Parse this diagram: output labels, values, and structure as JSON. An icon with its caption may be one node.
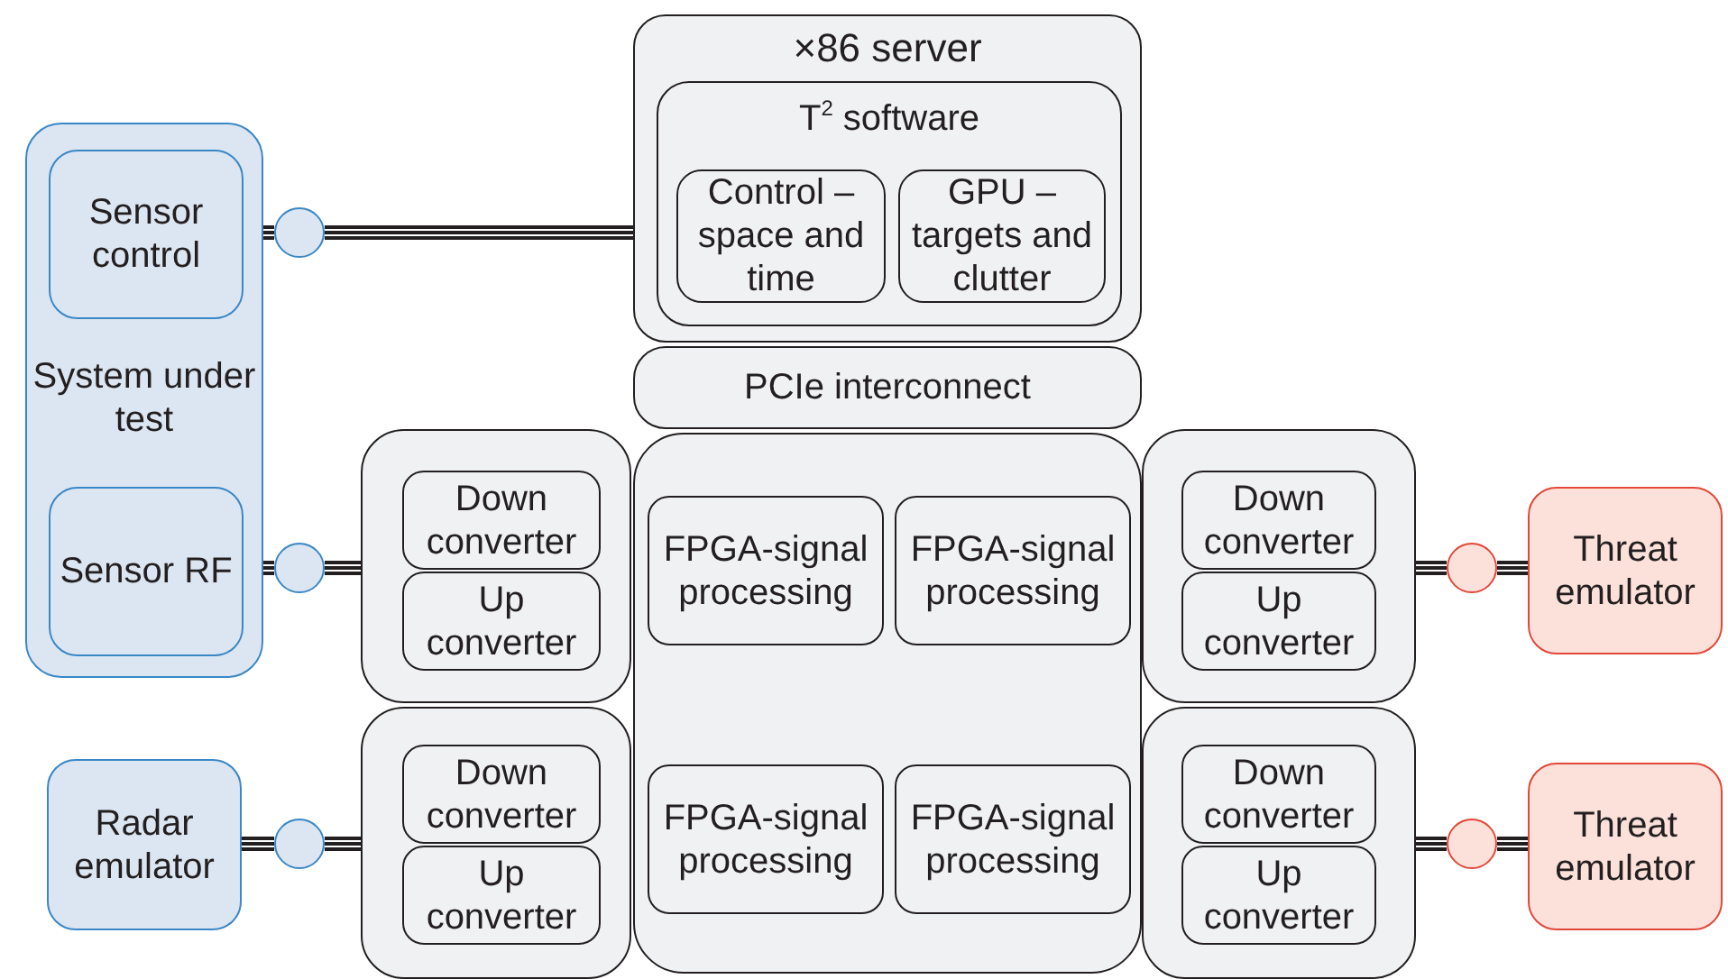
{
  "diagram": {
    "nodes": [
      {
        "text": [
          "×86 server"
        ]
      },
      {
        "text": [
          "T$^{2}$ software"
        ],
        "in": 0
      },
      {
        "text": [
          "Control – space and time"
        ],
        "in": 1
      },
      {
        "text": [
          "GPU – targets and clutter"
        ],
        "in": 1
      },
      {
        "text": [
          "System under test"
        ]
      },
      {
        "text": [
          "Sensor control"
        ],
        "in": 4
      },
      {
        "text": [],
        "shape": "circle"
      },
      {
        "text": [
          "PCIe interconnect"
        ]
      },
      {
        "text": [
          "Sensor RF"
        ],
        "in": 4
      },
      {
        "text": [],
        "shape": "circle"
      },
      {
        "text": [],
        "shape": "box"
      },
      {
        "text": [
          "Down converter"
        ],
        "in": 10
      },
      {
        "text": [
          "Up converter"
        ],
        "in": 10
      },
      {
        "text": [],
        "shape": "box"
      },
      {
        "text": [
          "FPGA-signal processing"
        ],
        "in": 13
      },
      {
        "text": [
          "FPGA-signal processing"
        ],
        "in": 13
      },
      {
        "text": [],
        "shape": "box"
      },
      {
        "text": [
          "Down converter"
        ],
        "in": 16
      },
      {
        "text": [
          "Up converter"
        ],
        "in": 16
      },
      {
        "text": [],
        "shape": "circle"
      },
      {
        "text": [
          "Threat emulator"
        ]
      },
      {
        "text": [
          "Radar emulator"
        ]
      },
      {
        "text": [],
        "shape": "circle"
      },
      {
        "text": [],
        "shape": "box"
      },
      {
        "text": [
          "Down converter"
        ],
        "in": 23
      },
      {
        "text": [
          "Up converter"
        ],
        "in": 23
      },
      {
        "text": [
          "FPGA-signal processing"
        ],
        "in": 13
      },
      {
        "text": [
          "FPGA-signal processing"
        ],
        "in": 13
      },
      {
        "text": [],
        "shape": "box"
      },
      {
        "text": [
          "Down converter"
        ],
        "in": 28
      },
      {
        "text": [
          "Up converter"
        ],
        "in": 28
      },
      {
        "text": [],
        "shape": "circle"
      },
      {
        "text": [
          "Threat emulator"
        ]
      }
    ],
    "edges": [
      {
        "from": 5,
        "to": 6,
        "arrow": "none"
      },
      {
        "from": 6,
        "to": 2,
        "arrow": "none"
      },
      {
        "from": 8,
        "to": 9,
        "arrow": "none"
      },
      {
        "from": 9,
        "to": 10,
        "arrow": "none"
      },
      {
        "from": 16,
        "to": 19,
        "arrow": "none"
      },
      {
        "from": 19,
        "to": 20,
        "arrow": "none"
      },
      {
        "from": 21,
        "to": 22,
        "arrow": "none"
      },
      {
        "from": 22,
        "to": 23,
        "arrow": "none"
      },
      {
        "from": 28,
        "to": 31,
        "arrow": "none"
      },
      {
        "from": 31,
        "to": 32,
        "arrow": "none"
      }
    ]
  }
}
